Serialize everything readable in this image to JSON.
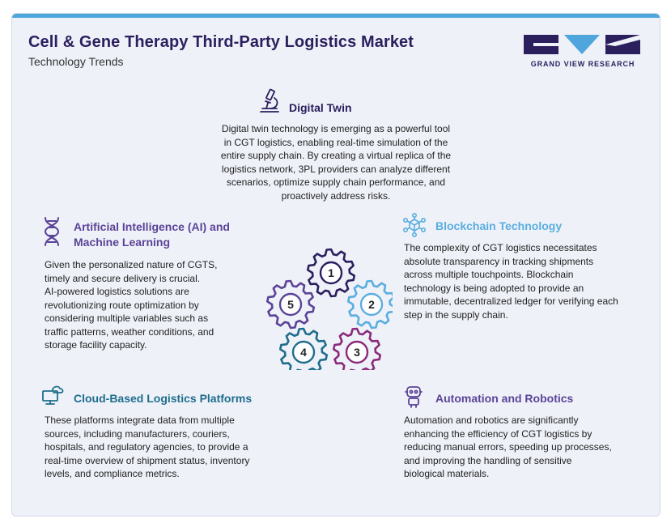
{
  "header": {
    "title": "Cell & Gene Therapy Third-Party Logistics Market",
    "subtitle": "Technology Trends",
    "logo_text": "GRAND VIEW RESEARCH"
  },
  "sections": {
    "digital_twin": {
      "icon": "microscope-icon",
      "title": "Digital Twin",
      "body_lines": [
        "Digital twin technology is emerging as a powerful tool",
        "in CGT logistics, enabling real-time simulation of the",
        "entire supply chain. By creating a virtual replica of the",
        "logistics network, 3PL providers can analyze different",
        "scenarios, optimize supply chain performance, and",
        "proactively address risks."
      ]
    },
    "ai_ml": {
      "icon": "dna-icon",
      "title_lines": [
        "Artificial Intelligence (AI) and",
        "Machine Learning"
      ],
      "body_lines": [
        "Given the personalized nature of CGTS,",
        "timely and secure delivery is crucial.",
        "AI-powered logistics solutions are",
        "revolutionizing route optimization by",
        "considering multiple variables such as",
        "traffic patterns, weather conditions, and",
        "storage facility capacity."
      ]
    },
    "blockchain": {
      "icon": "network-cube-icon",
      "title": "Blockchain Technology",
      "body_lines": [
        "The complexity of CGT logistics necessitates",
        "absolute transparency in tracking shipments",
        "across multiple touchpoints. Blockchain",
        "technology is being adopted to provide an",
        "immutable, decentralized ledger for verifying each",
        "step in the supply chain."
      ]
    },
    "cloud": {
      "icon": "cloud-computer-icon",
      "title": "Cloud-Based Logistics Platforms",
      "body_lines": [
        "These platforms integrate data from multiple",
        "sources, including manufacturers, couriers,",
        "hospitals, and regulatory agencies, to provide a",
        "real-time overview of shipment status, inventory",
        "levels, and compliance metrics."
      ]
    },
    "automation": {
      "icon": "robot-icon",
      "title": "Automation and Robotics",
      "body_lines": [
        "Automation and robotics are significantly",
        "enhancing the efficiency of CGT logistics by",
        "reducing manual errors, speeding up processes,",
        "and improving the handling of sensitive",
        "biological materials."
      ]
    }
  },
  "gears": [
    "1",
    "2",
    "3",
    "4",
    "5"
  ],
  "colors": {
    "navy": "#2b1f5e",
    "purple": "#5b4397",
    "light_blue": "#5aaee0",
    "teal": "#1f6d8c",
    "magenta": "#8a2a7a",
    "background": "#eef1f8"
  }
}
